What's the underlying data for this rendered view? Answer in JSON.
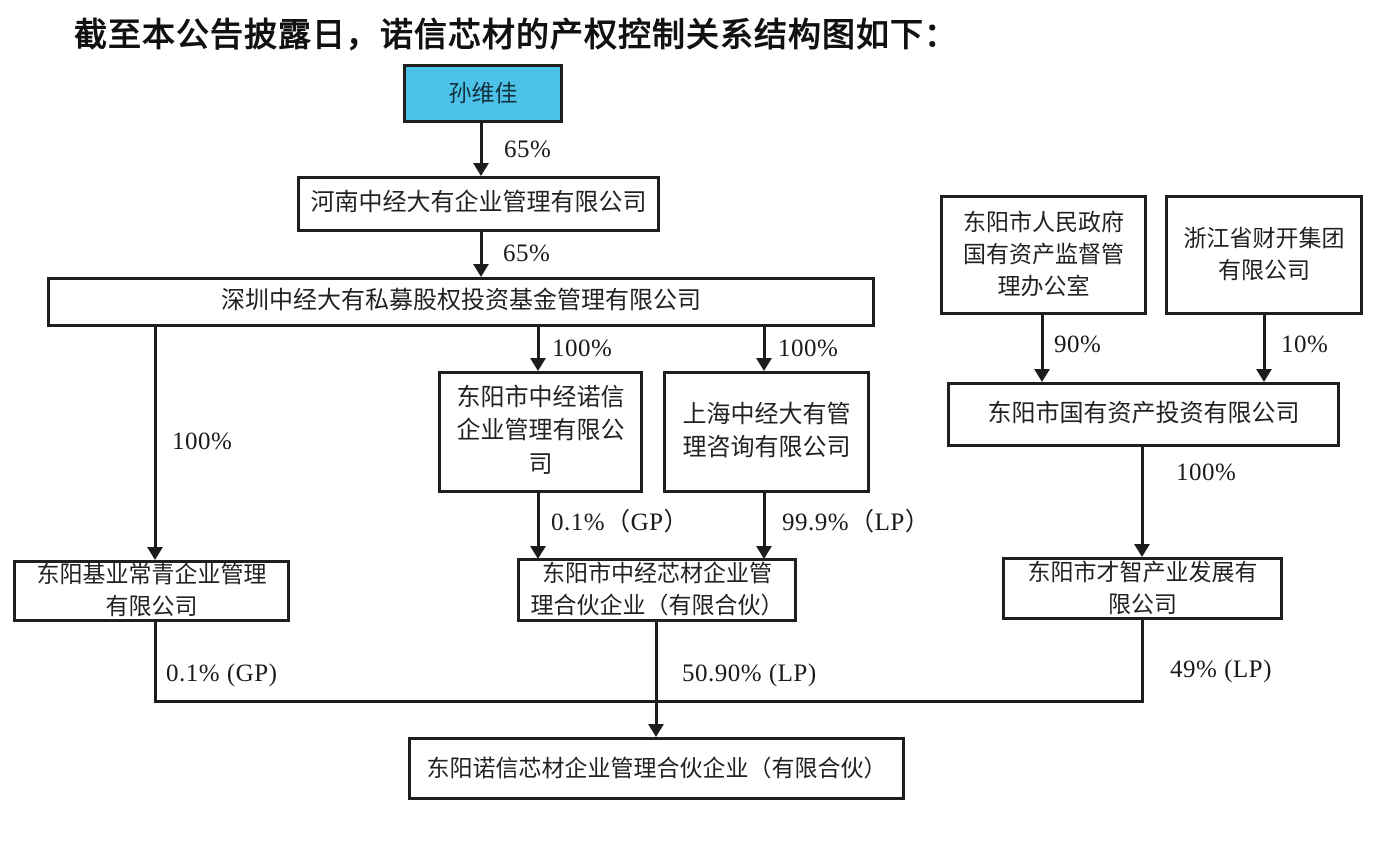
{
  "title": "截至本公告披露日，诺信芯材的产权控制关系结构图如下：",
  "colors": {
    "highlight_box_fill": "#4cc2e8",
    "box_border": "#1f1f1f",
    "line": "#1c1c1c",
    "background": "#ffffff"
  },
  "nodes": {
    "sun_weijia": "孙维佳",
    "henan_zhongjing": "河南中经大有企业管理有限公司",
    "shenzhen_zhongjing": "深圳中经大有私募股权投资基金管理有限公司",
    "nuoxin_mgmt": "东阳市中经诺信\n企业管理有限公\n司",
    "shanghai_zhongjing": "上海中经大有管\n理咨询有限公司",
    "dongyang_sasac": "东阳市人民政府\n国有资产监督管\n理办公室",
    "zhejiang_caikai": "浙江省财开集团\n有限公司",
    "guoyou_invest": "东阳市国有资产投资有限公司",
    "jiye_changqing": "东阳基业常青企业管理\n有限公司",
    "xincai_partnership": "东阳市中经芯材企业管\n理合伙企业（有限合伙）",
    "caizhi_industry": "东阳市才智产业发展有\n限公司",
    "nuoxin_partnership": "东阳诺信芯材企业管理合伙企业（有限合伙）"
  },
  "edges": {
    "sun_to_henan": "65%",
    "henan_to_shenzhen": "65%",
    "shenzhen_to_jiye": "100%",
    "shenzhen_to_nuoxin": "100%",
    "shenzhen_to_shanghai": "100%",
    "nuoxin_to_xincai": "0.1%（GP）",
    "shanghai_to_xincai": "99.9%（LP）",
    "sasac_to_guoyou": "90%",
    "caikai_to_guoyou": "10%",
    "guoyou_to_caizhi": "100%",
    "jiye_to_bottom": "0.1% (GP)",
    "xincai_to_bottom": "50.90% (LP)",
    "caizhi_to_bottom": "49% (LP)"
  }
}
